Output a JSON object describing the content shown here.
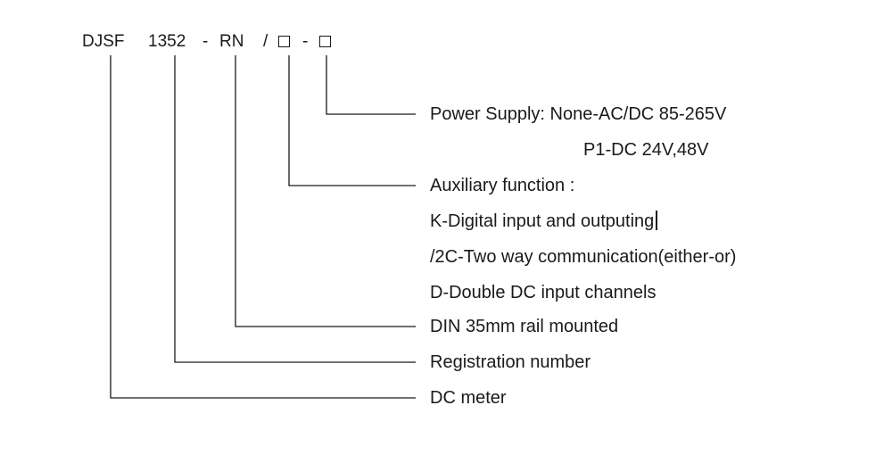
{
  "code": {
    "series": "DJSF",
    "model": "1352",
    "dash1": "-",
    "suffix": "RN",
    "slash": "/",
    "dash2": "-"
  },
  "descriptions": {
    "power_supply": "Power Supply: None-AC/DC 85-265V",
    "power_supply_p1": "P1-DC 24V,48V",
    "auxiliary_title": "Auxiliary function :",
    "aux_k": "K-Digital input and outputing",
    "aux_2c": "/2C-Two way communication(either-or)",
    "aux_d": "D-Double DC input channels",
    "din": "DIN 35mm rail mounted",
    "registration": "Registration number",
    "dc_meter": "DC meter"
  },
  "colors": {
    "ink": "#1a1a1a",
    "background": "#ffffff"
  }
}
